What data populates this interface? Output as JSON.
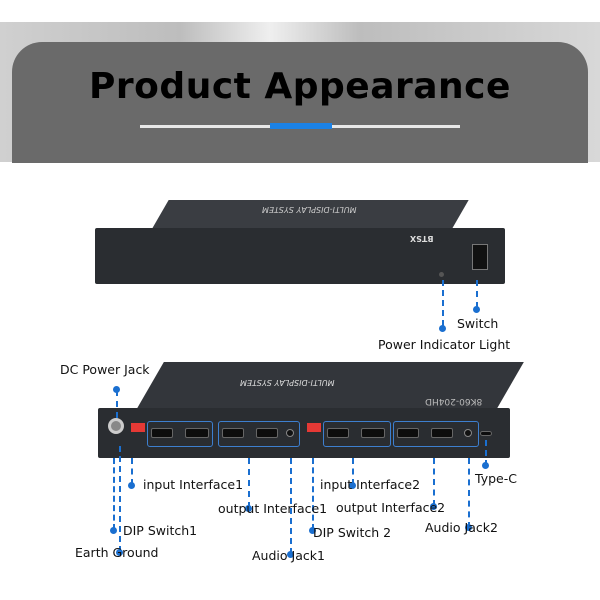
{
  "header": {
    "title": "Product  Appearance"
  },
  "colors": {
    "accent": "#1c82e6",
    "panel": "#6a6a6a",
    "leader": "#1a6fd0"
  },
  "labels": {
    "switch": "Switch",
    "power_indicator": "Power Indicator Light",
    "dc_power_jack": "DC Power Jack",
    "input_interface1": "input Interface1",
    "output_interface1": "output Interface1",
    "dip_switch1": "DIP Switch1",
    "earth_ground": "Earth Ground",
    "audio_jack1": "Audio Jack1",
    "input_interface2": "input Interface2",
    "dip_switch2": "DIP Switch 2",
    "output_interface2": "output Interface2",
    "audio_jack2": "Audio Jack2",
    "type_c": "Type-C"
  },
  "device": {
    "brand": "BTSX",
    "model": "8K60-204HD",
    "logo_text": "MULTI-DISPLAY SYSTEM"
  }
}
